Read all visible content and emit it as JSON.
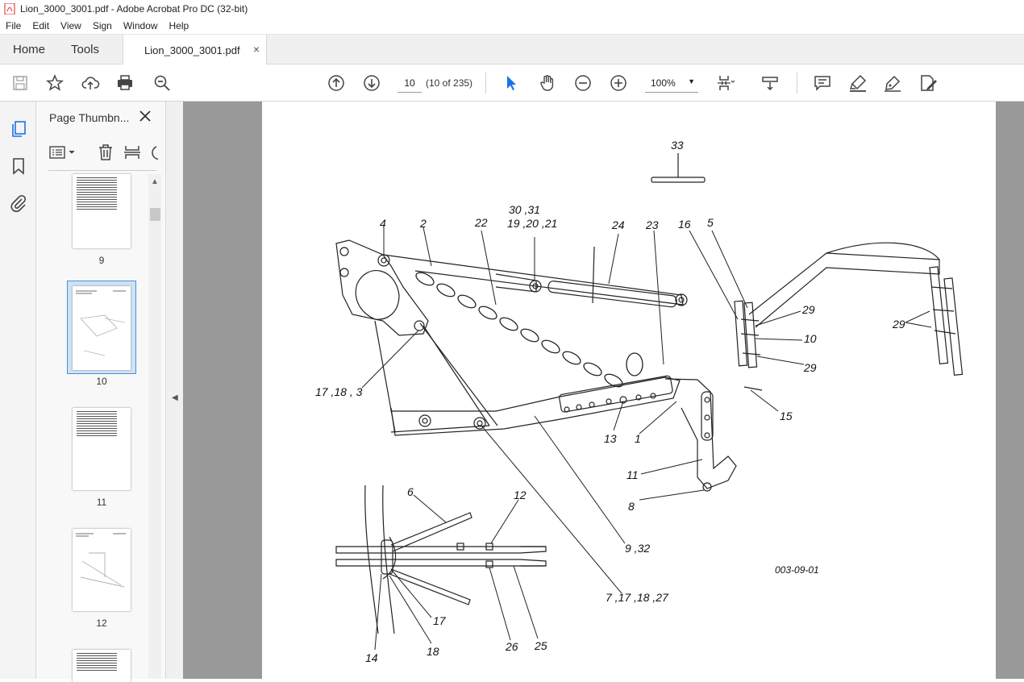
{
  "window": {
    "title": "Lion_3000_3001.pdf - Adobe Acrobat Pro DC (32-bit)"
  },
  "menu": [
    "File",
    "Edit",
    "View",
    "Sign",
    "Window",
    "Help"
  ],
  "tabs": {
    "home": "Home",
    "tools": "Tools",
    "document": "Lion_3000_3001.pdf",
    "close_glyph": "×"
  },
  "toolbar": {
    "page_number": "10",
    "page_count": "(10 of 235)",
    "zoom": "100%",
    "icons": [
      "save-icon",
      "bookmark-star-icon",
      "upload-icon",
      "print-icon",
      "zoom-out-search-icon",
      "page-up-icon",
      "page-down-icon",
      "select-cursor-icon",
      "hand-icon",
      "zoom-out-icon",
      "zoom-in-icon",
      "page-display-icon",
      "scroll-mode-icon",
      "comment-icon",
      "highlight-icon",
      "pen-icon",
      "sign-icon"
    ]
  },
  "sidebar": {
    "panel_title": "Page Thumbn...",
    "thumbnails": [
      {
        "label": "9"
      },
      {
        "label": "10"
      },
      {
        "label": "11"
      },
      {
        "label": "12"
      }
    ]
  },
  "drawing": {
    "callouts": [
      "33",
      "30 ,31",
      "19 ,20 ,21",
      "4",
      "2",
      "22",
      "24",
      "23",
      "16",
      "5",
      "29",
      "10",
      "29",
      "29",
      "15",
      "17 ,18 , 3",
      "13",
      "1",
      "11",
      "8",
      "6",
      "12",
      "9 ,32",
      "7 ,17 ,18 ,27",
      "17",
      "18",
      "14",
      "26",
      "25"
    ],
    "code": "003-09-01"
  }
}
